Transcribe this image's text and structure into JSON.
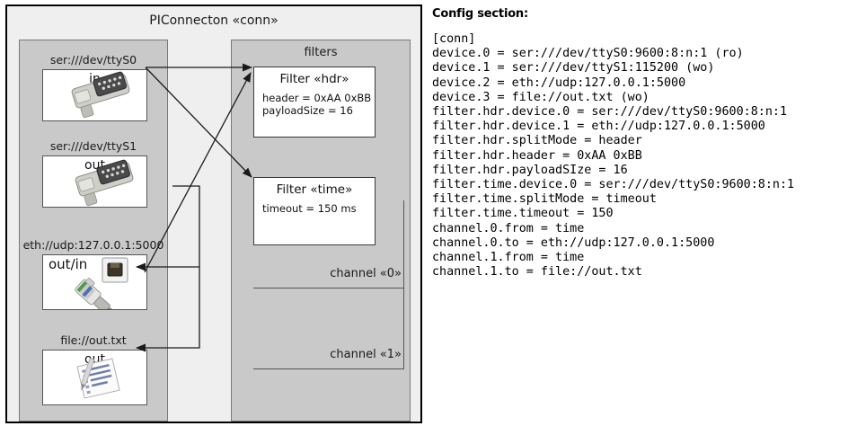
{
  "diagram": {
    "title": "PIConnecton «conn»",
    "device_group": {
      "devices": [
        {
          "label": "ser:///dev/ttyS0",
          "caption": "in",
          "icon": "serial-port-icon"
        },
        {
          "label": "ser:///dev/ttyS1",
          "caption": "out",
          "icon": "serial-port-icon"
        },
        {
          "label": "eth://udp:127.0.0.1:5000",
          "caption": "out/in",
          "icon": "ethernet-plug-icon"
        },
        {
          "label": "file://out.txt",
          "caption": "out",
          "icon": "text-file-icon"
        }
      ]
    },
    "filter_group": {
      "title": "filters",
      "filters": [
        {
          "title": "Filter «hdr»",
          "props": [
            "header = 0xAA 0xBB",
            "payloadSize = 16"
          ]
        },
        {
          "title": "Filter «time»",
          "props": [
            "timeout = 150 ms"
          ]
        }
      ],
      "channels": [
        {
          "label": "channel «0»"
        },
        {
          "label": "channel «1»"
        }
      ]
    },
    "colors": {
      "frame_border": "#000000",
      "frame_fill": "#efefef",
      "group_fill": "#c9c9c9",
      "group_border": "#7a7a7a",
      "card_fill": "#ffffff",
      "arrow": "#1a1a1a"
    }
  },
  "config": {
    "heading": "Config section:",
    "text": "[conn]\ndevice.0 = ser:///dev/ttyS0:9600:8:n:1 (ro)\ndevice.1 = ser:///dev/ttyS1:115200 (wo)\ndevice.2 = eth://udp:127.0.0.1:5000\ndevice.3 = file://out.txt (wo)\nfilter.hdr.device.0 = ser:///dev/ttyS0:9600:8:n:1\nfilter.hdr.device.1 = eth://udp:127.0.0.1:5000\nfilter.hdr.splitMode = header\nfilter.hdr.header = 0xAA 0xBB\nfilter.hdr.payloadSIze = 16\nfilter.time.device.0 = ser:///dev/ttyS0:9600:8:n:1\nfilter.time.splitMode = timeout\nfilter.time.timeout = 150\nchannel.0.from = time\nchannel.0.to = eth://udp:127.0.0.1:5000\nchannel.1.from = time\nchannel.1.to = file://out.txt"
  }
}
